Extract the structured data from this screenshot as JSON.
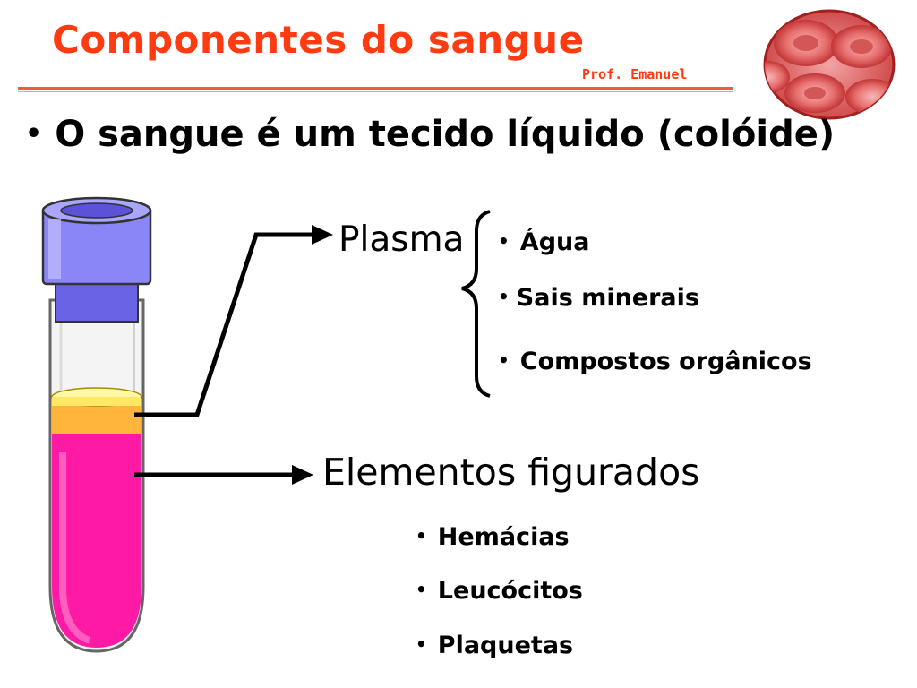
{
  "header": {
    "title": "Componentes do sangue",
    "author": "Prof. Emanuel"
  },
  "intro": {
    "bullet": "•",
    "text": "O sangue é um tecido líquido (colóide)"
  },
  "diagram": {
    "plasma": {
      "label": "Plasma",
      "items": [
        "Água",
        "Sais minerais",
        "Compostos orgânicos"
      ]
    },
    "figured_elements": {
      "label": "Elementos figurados",
      "items": [
        "Hemácias",
        "Leucócitos",
        "Plaquetas"
      ]
    },
    "bullet": "•"
  },
  "colors": {
    "title": "#ff3b12",
    "tube_cap": "#7f7bf5",
    "plasma_layer": "#ffb43c",
    "cells_layer": "#ff1aa6"
  },
  "icons": {
    "corner": "red-blood-cells-image",
    "tube": "test-tube-icon"
  }
}
